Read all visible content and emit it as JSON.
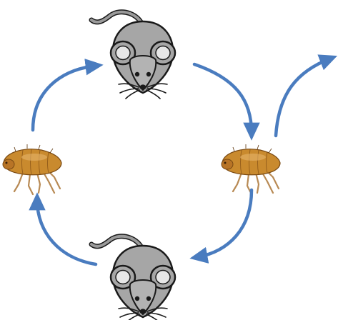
{
  "diagram": {
    "nodes": [
      {
        "id": "mouse-top",
        "kind": "mouse"
      },
      {
        "id": "flea-right",
        "kind": "flea"
      },
      {
        "id": "mouse-bottom",
        "kind": "mouse"
      },
      {
        "id": "flea-left",
        "kind": "flea"
      }
    ],
    "edges": [
      {
        "from": "mouse-top",
        "to": "flea-right"
      },
      {
        "from": "flea-right",
        "to": "mouse-bottom"
      },
      {
        "from": "mouse-bottom",
        "to": "flea-left"
      },
      {
        "from": "flea-left",
        "to": "mouse-top"
      },
      {
        "from": "flea-right",
        "to": "outside"
      }
    ],
    "colors": {
      "arrow": "#4a7cbf",
      "mouse_body": "#a6a6a6",
      "mouse_outline": "#1a1a1a",
      "flea_body": "#c98a2e"
    }
  }
}
